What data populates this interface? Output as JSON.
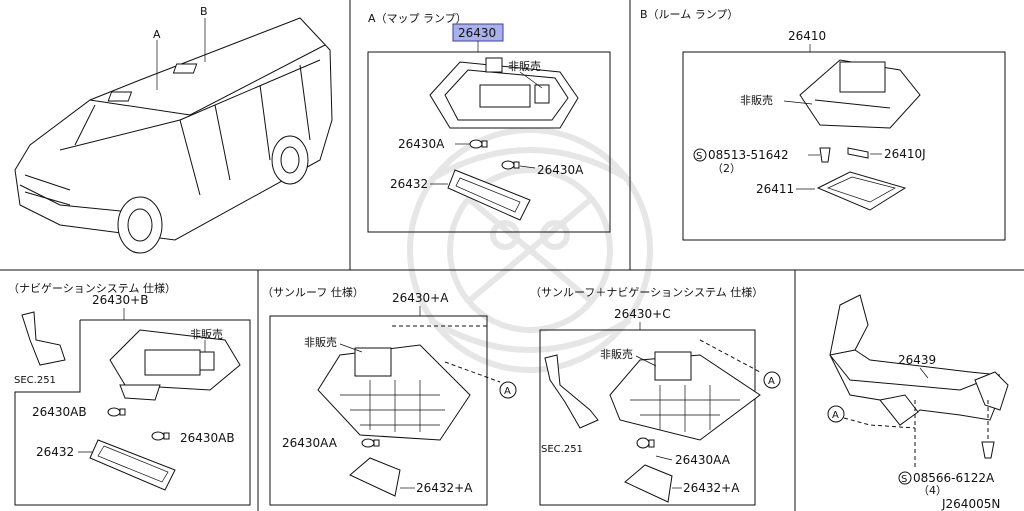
{
  "labels": {
    "view_a": "A",
    "view_b": "B",
    "section_a_title": "A（マップ ランプ）",
    "section_b_title": "B（ルーム ランプ）",
    "section_nav_title": "（ナビゲーションシステム 仕様）",
    "section_sunroof_title": "（サンルーフ 仕様）",
    "section_sunroof_nav_title": "（サンルーフ＋ナビゲーションシステム 仕様）",
    "not_sold": "非販売",
    "sec_251": "SEC.251",
    "circle_a": "A",
    "circle_s": "S"
  },
  "parts": {
    "p26430": "26430",
    "p26430A_left": "26430A",
    "p26430A_right": "26430A",
    "p26432": "26432",
    "p26410": "26410",
    "p08513": "08513-51642",
    "p08513_qty": "（2）",
    "p26410J": "26410J",
    "p26411": "26411",
    "p26430B": "26430+B",
    "p26430AB_left": "26430AB",
    "p26430AB_right": "26430AB",
    "p26432_nav": "26432",
    "p26430_plusA": "26430+A",
    "p26430AA": "26430AA",
    "p26432_plusA": "26432+A",
    "p26430C": "26430+C",
    "p26430AA_c": "26430AA",
    "p26432_plusA_c": "26432+A",
    "p26439": "26439",
    "p08566": "08566-6122A",
    "p08566_qty": "（4）"
  },
  "diagram_id": "J264005N",
  "colors": {
    "highlight": "#aab0ea",
    "line": "#111111",
    "watermark": "#e6e6e6"
  }
}
